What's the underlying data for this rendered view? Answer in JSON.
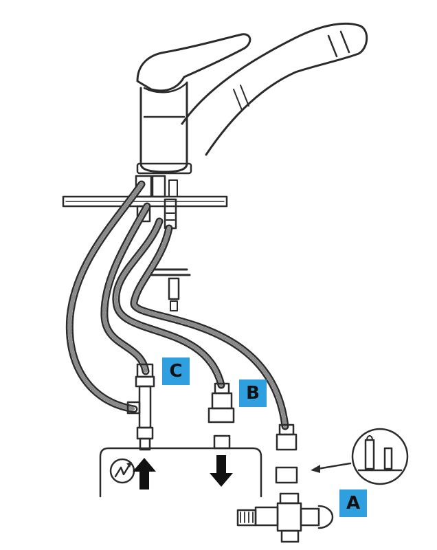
{
  "colors": {
    "label_fill": "#2f9fe0",
    "ink": "#2b2b2b",
    "background": "#ffffff"
  },
  "icons": {
    "hot_supply_arrow": "arrow-up-icon",
    "outlet_arrow": "arrow-down-icon",
    "heater": "heating-element-icon",
    "detail": "magnified-detail-icon"
  },
  "labels": {
    "a": "A",
    "b": "B",
    "c": "C"
  }
}
